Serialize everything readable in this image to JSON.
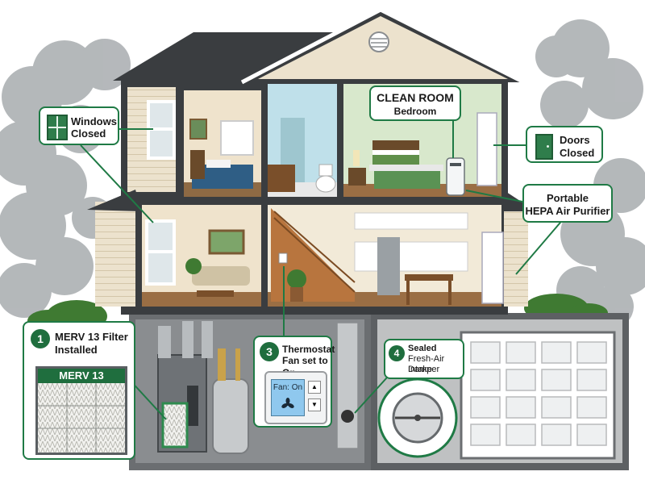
{
  "callouts": {
    "windows": {
      "line1": "Windows",
      "line2": "Closed"
    },
    "clean_room": {
      "title": "CLEAN ROOM",
      "subtitle": "Bedroom"
    },
    "doors": {
      "line1": "Doors",
      "line2": "Closed"
    },
    "purifier": {
      "line1": "Portable",
      "line2": "HEPA Air Purifier"
    },
    "filter": {
      "number": "1",
      "line1": "MERV 13 Filter",
      "line2": "Installed",
      "filter_label": "MERV 13"
    },
    "thermostat": {
      "number": "3",
      "line1": "Thermostat",
      "line2": "Fan set to On",
      "display": "Fan: On",
      "up_symbol": "▲",
      "down_symbol": "▼"
    },
    "damper": {
      "number": "4",
      "line1": "Sealed",
      "line2": "Fresh-Air Intake",
      "line3": "Damper"
    }
  },
  "colors": {
    "accent": "#1f7a45",
    "smoke": "#8e9295",
    "roof": "#3a3d40",
    "siding": "#e8dcc4",
    "bedroom_wall": "#d8e8cc"
  },
  "icons": [
    "window-icon",
    "door-icon",
    "fan-icon"
  ]
}
